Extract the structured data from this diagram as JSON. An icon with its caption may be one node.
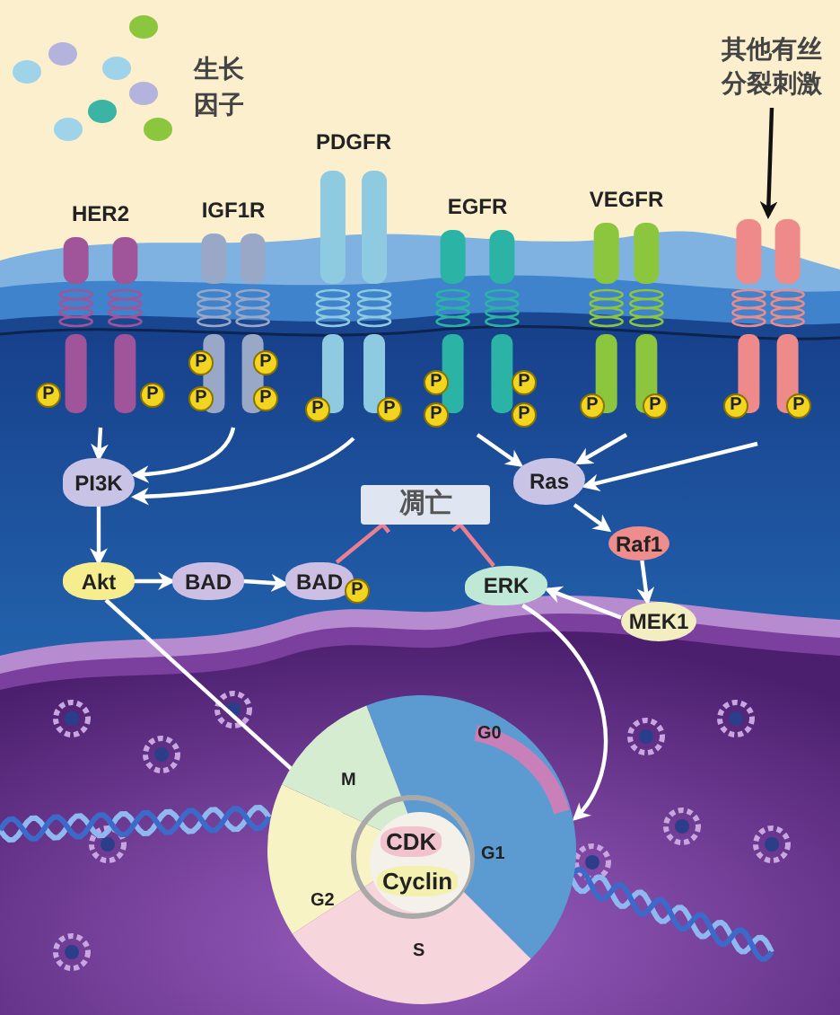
{
  "diagram": {
    "nodes": [
      {
        "text": [
          "HER2",
          "P",
          "P"
        ]
      },
      {
        "text": [
          "IGF1R",
          "P",
          "P",
          "P",
          "P"
        ]
      },
      {
        "text": [
          "PDGFR",
          "P",
          "P"
        ]
      },
      {
        "text": [
          "EGFR",
          "P",
          "P",
          "P",
          "P"
        ]
      },
      {
        "text": [
          "VEGFR",
          "P",
          "P"
        ]
      },
      {
        "text": [
          "其他有丝分裂刺激"
        ]
      },
      {
        "text": [
          "P",
          "P"
        ]
      },
      {
        "text": [
          "PI3K"
        ]
      },
      {
        "text": [
          "凋亡"
        ]
      },
      {
        "text": [
          "Ras"
        ]
      },
      {
        "text": [
          "Raf1"
        ]
      },
      {
        "text": [
          "Akt"
        ]
      },
      {
        "text": [
          "BAD"
        ]
      },
      {
        "text": [
          "BAD",
          "P"
        ]
      },
      {
        "text": [
          "ERK"
        ]
      },
      {
        "text": [
          "MEK1"
        ]
      },
      {
        "text": [
          "M",
          "G1",
          "G2",
          "S",
          "G0"
        ]
      },
      {
        "text": [
          "CDK",
          "Cyclin"
        ],
        "in": 16
      }
    ],
    "edges": [
      {
        "from": 0,
        "to": 7,
        "arrow": "to"
      },
      {
        "from": 1,
        "to": 7,
        "arrow": "to"
      },
      {
        "from": 2,
        "to": 7,
        "arrow": "to"
      },
      {
        "from": 3,
        "to": 9,
        "arrow": "to"
      },
      {
        "from": 4,
        "to": 9,
        "arrow": "to"
      },
      {
        "from": 6,
        "to": 9,
        "arrow": "to"
      },
      {
        "from": 5,
        "to": 6,
        "arrow": "to",
        "color": "#111111"
      },
      {
        "from": 7,
        "to": 11,
        "arrow": "to"
      },
      {
        "from": 11,
        "to": 12,
        "arrow": "to"
      },
      {
        "from": 12,
        "to": 13,
        "arrow": "to"
      },
      {
        "from": 13,
        "to": 8,
        "arrow": "other",
        "color": "#e87f93"
      },
      {
        "from": 14,
        "to": 8,
        "arrow": "other",
        "color": "#e87f93"
      },
      {
        "from": 9,
        "to": 10,
        "arrow": "to"
      },
      {
        "from": 10,
        "to": 15,
        "arrow": "to"
      },
      {
        "from": 15,
        "to": 14,
        "arrow": "to"
      },
      {
        "from": 11,
        "to": 17,
        "arrow": "to"
      },
      {
        "from": 14,
        "to": 16,
        "arrow": "to"
      }
    ],
    "labels": [
      "生长因子"
    ]
  }
}
